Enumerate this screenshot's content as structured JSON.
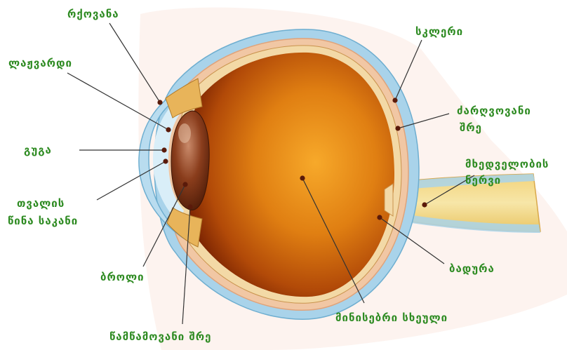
{
  "labels": {
    "cornea": "რქოვანა",
    "iris": "ლაჟვარდი",
    "pupil": "გუგა",
    "anterior_chamber_1": "თვალის",
    "anterior_chamber_2": "წინა საკანი",
    "lens": "ბროლი",
    "ciliary_body": "წამწამოვანი შრე",
    "sclera": "სკლერი",
    "choroid_1": "ძარღვოვანი",
    "choroid_2": "შრე",
    "optic_nerve_1": "მხედველობის",
    "optic_nerve_2": "ნერვი",
    "retina": "ბადურა",
    "vitreous": "მინისებრი სხეული"
  },
  "colors": {
    "label_text": "#2e8b22",
    "leader_line": "#333333",
    "dot": "#5a1a0a",
    "vitreous_light": "#f5a623",
    "vitreous_dark": "#8b2500",
    "sclera": "#a9d3ea",
    "lens": "#7a3a1a"
  }
}
